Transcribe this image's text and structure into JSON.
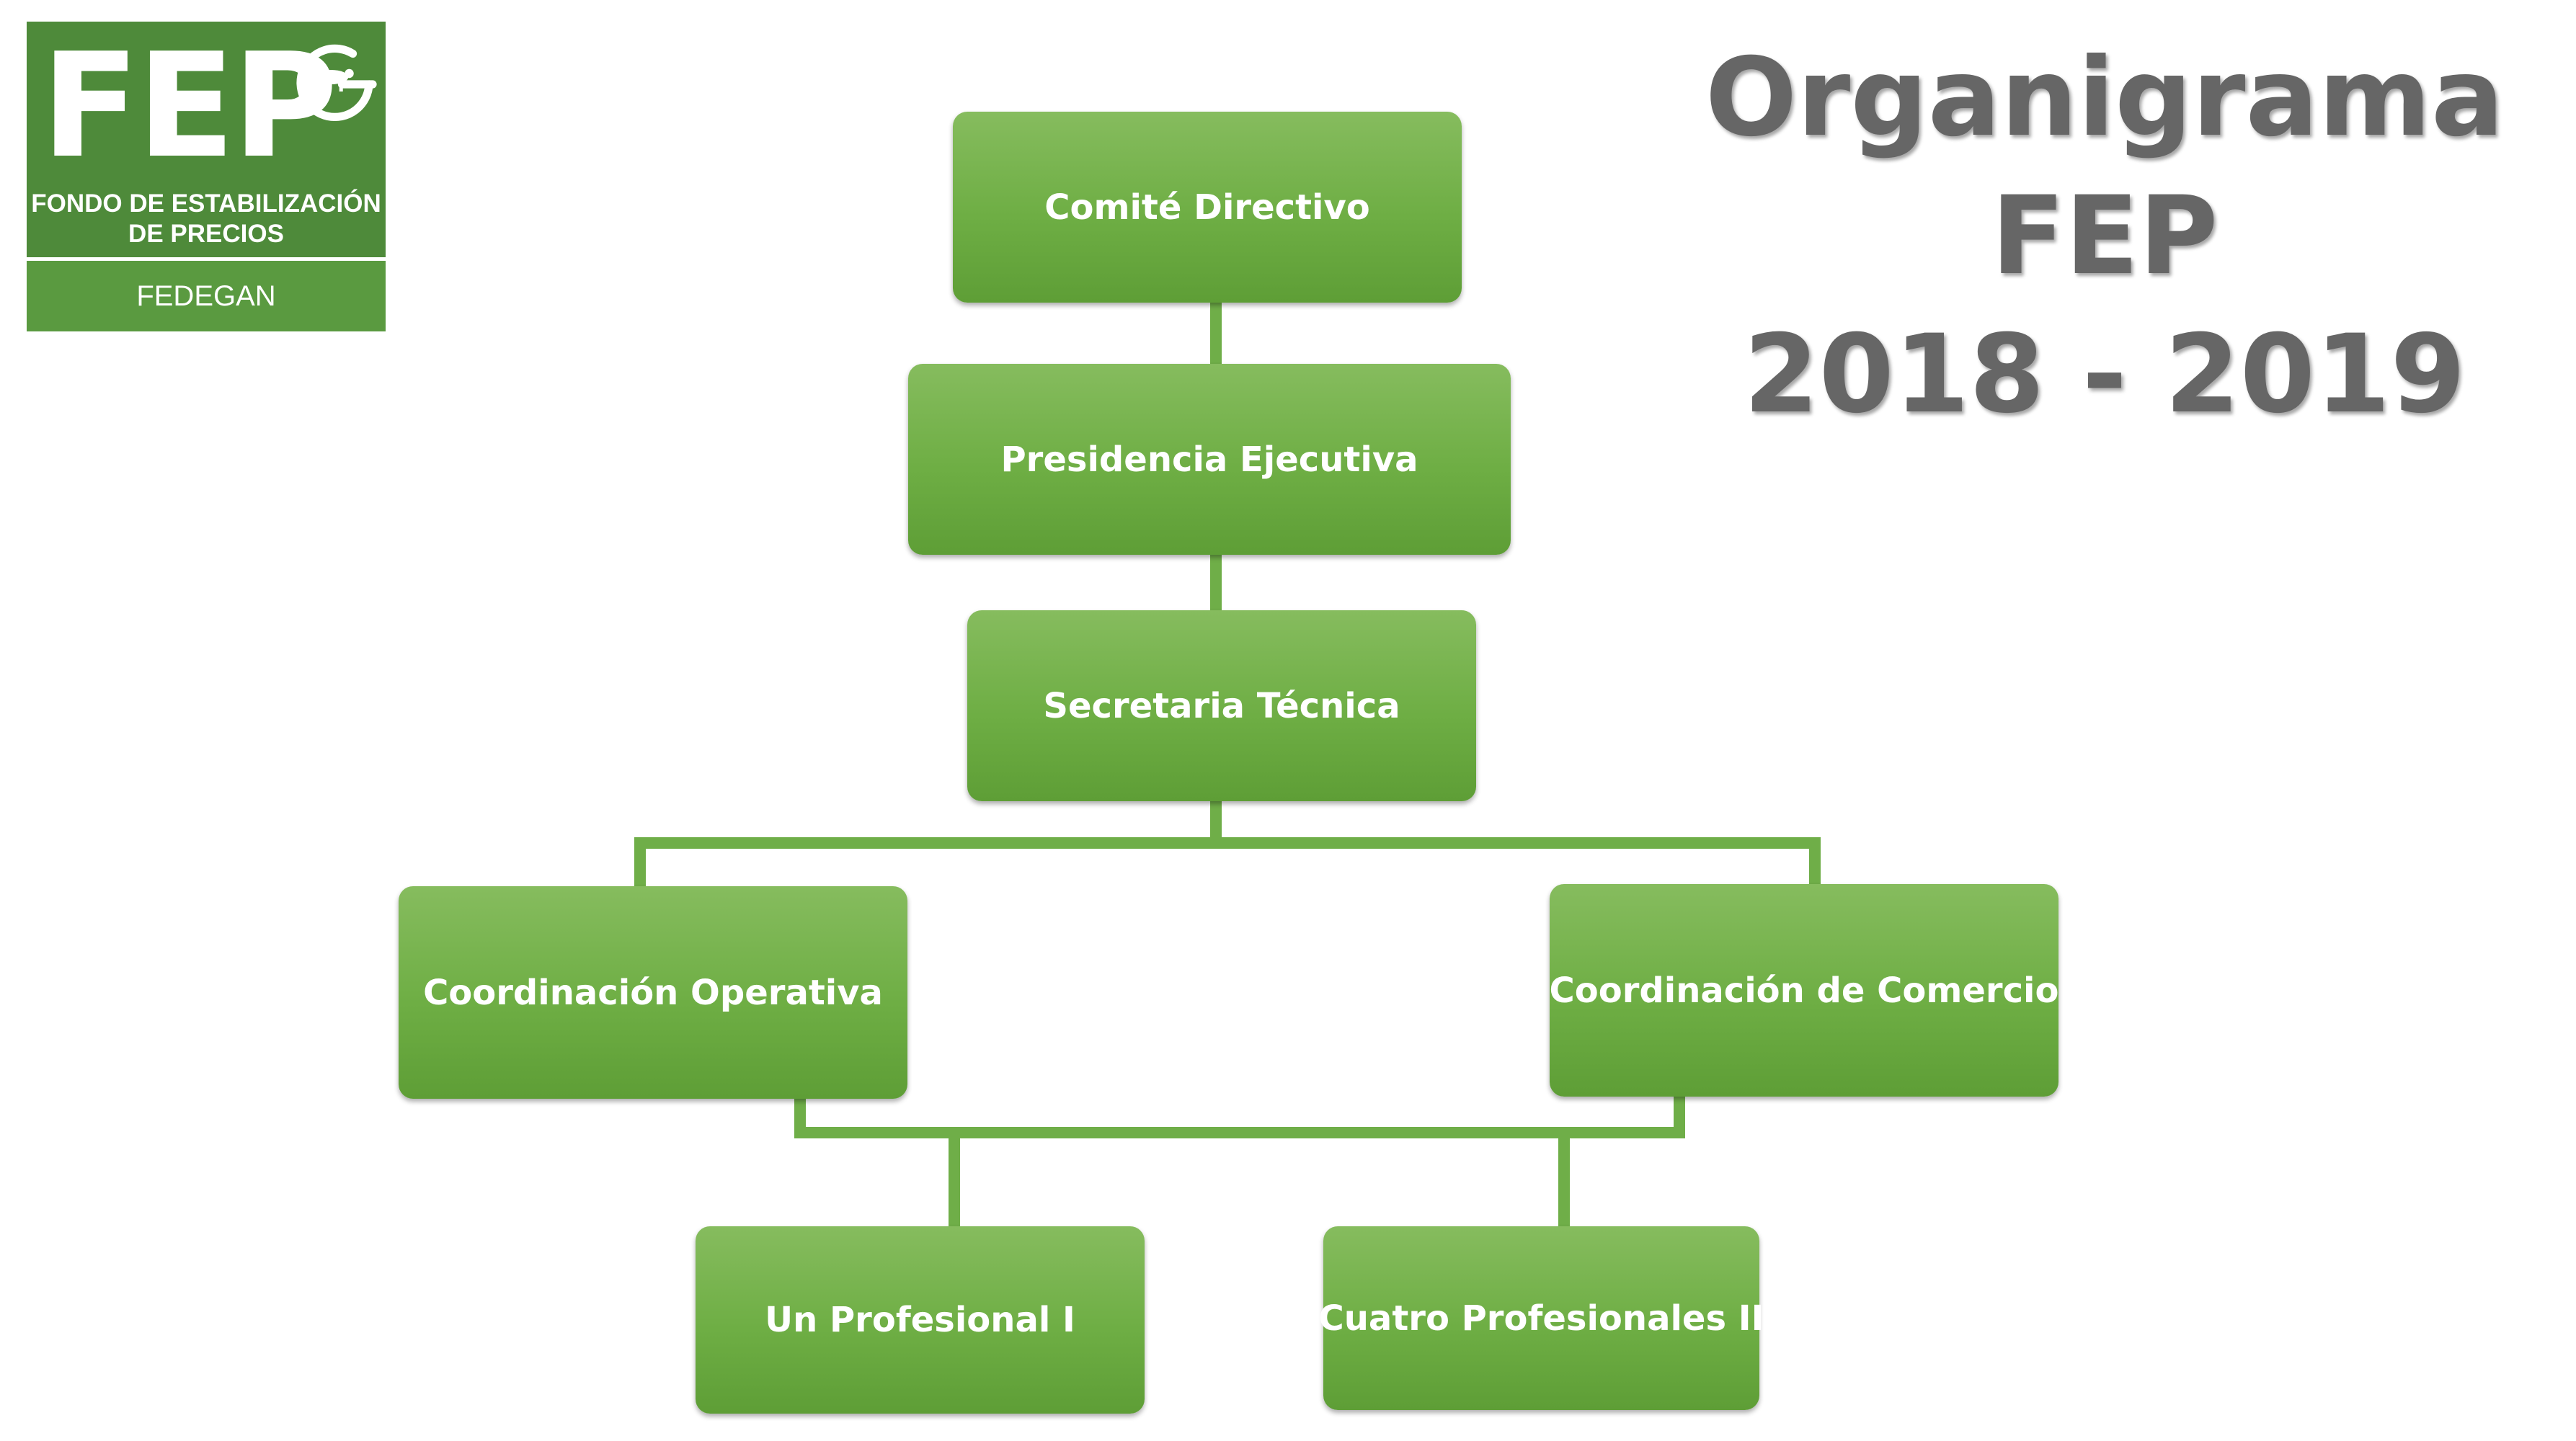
{
  "logo": {
    "letters": "FEP",
    "subtitle_line1": "FONDO DE ESTABILIZACIÓN",
    "subtitle_line2": "DE PRECIOS",
    "footer": "FEDEGAN",
    "color": "#4e8a3a"
  },
  "title": {
    "line1": "Organigrama FEP",
    "line2": "2018 - 2019",
    "color": "#666666"
  },
  "org_chart": {
    "node_color": "#6eae44",
    "nodes": {
      "comite": "Comité Directivo",
      "presidencia": "Presidencia Ejecutiva",
      "secretaria": "Secretaria Técnica",
      "operativa": "Coordinación Operativa",
      "comercio": "Coordinación de Comercio",
      "prof1": "Un Profesional I",
      "prof2": "Cuatro Profesionales  II"
    },
    "edges": [
      [
        "comite",
        "presidencia"
      ],
      [
        "presidencia",
        "secretaria"
      ],
      [
        "secretaria",
        "operativa"
      ],
      [
        "secretaria",
        "comercio"
      ],
      [
        "operativa",
        "prof1"
      ],
      [
        "operativa",
        "prof2"
      ],
      [
        "comercio",
        "prof1"
      ],
      [
        "comercio",
        "prof2"
      ]
    ]
  }
}
